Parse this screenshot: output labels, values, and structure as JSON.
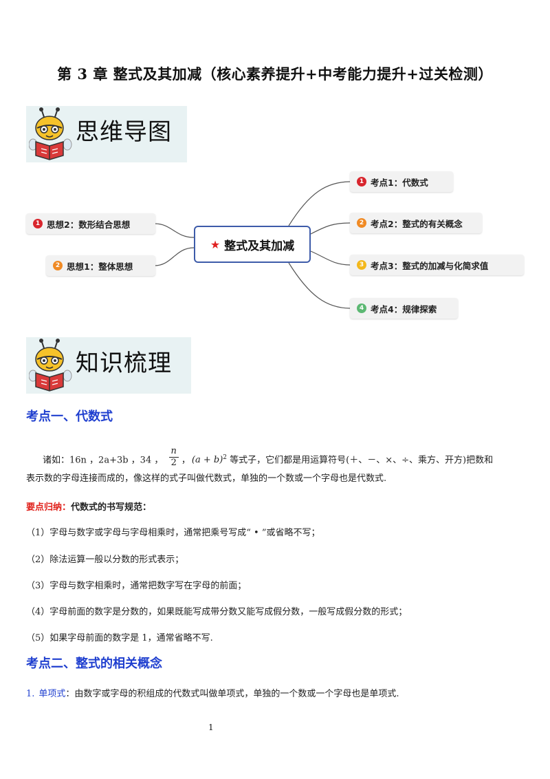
{
  "title": "第 3 章  整式及其加减（核心素养提升+中考能力提升+过关检测）",
  "banner1": "思维导图",
  "banner2": "知识梳理",
  "mindmap": {
    "center": "整式及其加减",
    "left": [
      {
        "num": "1",
        "label": "思想2：数形结合思想",
        "color": "#d8262e"
      },
      {
        "num": "2",
        "label": "思想1：整体思想",
        "color": "#f08a24"
      }
    ],
    "right": [
      {
        "num": "1",
        "label": "考点1：代数式",
        "color": "#d8262e"
      },
      {
        "num": "2",
        "label": "考点2：整式的有关概念",
        "color": "#f08a24"
      },
      {
        "num": "3",
        "label": "考点3：整式的加减与化简求值",
        "color": "#f3b81c"
      },
      {
        "num": "4",
        "label": "考点4：规律探索",
        "color": "#5cb873"
      }
    ]
  },
  "section1": {
    "heading": "考点一、代数式",
    "intro_prefix": "诸如：16n ，2a+3b ，34 ，",
    "frac_num": "n",
    "frac_den": "2",
    "power": "(a + b)",
    "power_exp": "2",
    "intro_suffix": "等式子，它们都是用运算符号(＋、－、×、÷、乘方、开方)把数和",
    "intro_line2": "表示数的字母连接而成的，像这样的式子叫做代数式，单独的一个数或一个字母也是代数式.",
    "key_label": "要点归纳：",
    "key_text": "代数式的书写规范：",
    "items": [
      "（1）字母与数字或字母与字母相乘时，通常把乘号写成“ • ”或省略不写；",
      "（2）除法运算一般以分数的形式表示；",
      "（3）字母与数字相乘时，通常把数字写在字母的前面；",
      "（4）字母前面的数字是分数的，如果既能写成带分数又能写成假分数，一般写成假分数的形式；",
      "（5）如果字母前面的数字是 1，通常省略不写."
    ]
  },
  "section2": {
    "heading": "考点二、整式的相关概念",
    "item1_num": "1.",
    "item1_term": "单项式",
    "item1_text": "：由数字或字母的积组成的代数式叫做单项式，单独的一个数或一个字母也是单项式."
  },
  "page_number": "1"
}
